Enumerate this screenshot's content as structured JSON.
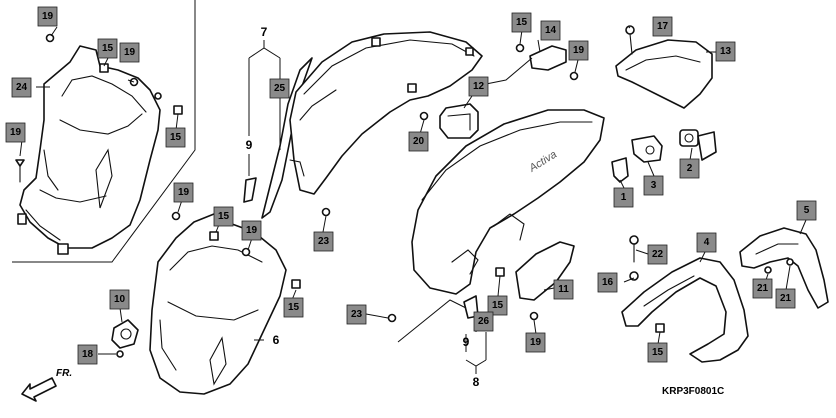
{
  "diagram_code": "KRP3F0801C",
  "front_indicator": "FR.",
  "logo": "Activa",
  "callouts": {
    "c19_tl": "19",
    "c15_tl": "15",
    "c19_tl2": "19",
    "c24": "24",
    "c15_tl3": "15",
    "c19_left": "19",
    "c25": "25",
    "c23_mid": "23",
    "c19_mid": "19",
    "c15_mid": "15",
    "c19_mid2": "19",
    "c15_mid2": "15",
    "c10": "10",
    "c18": "18",
    "c15_top": "15",
    "c14": "14",
    "c19_top": "19",
    "c12": "12",
    "c20": "20",
    "c17": "17",
    "c13": "13",
    "c3": "3",
    "c2": "2",
    "c1": "1",
    "c23_low": "23",
    "c15_low": "15",
    "c26": "26",
    "c11": "11",
    "c19_low": "19",
    "c22": "22",
    "c16": "16",
    "c4": "4",
    "c5": "5",
    "c21a": "21",
    "c21b": "21",
    "c15_right": "15"
  },
  "numbers": {
    "n7": "7",
    "n9a": "9",
    "n6": "6",
    "n9b": "9",
    "n8": "8"
  }
}
